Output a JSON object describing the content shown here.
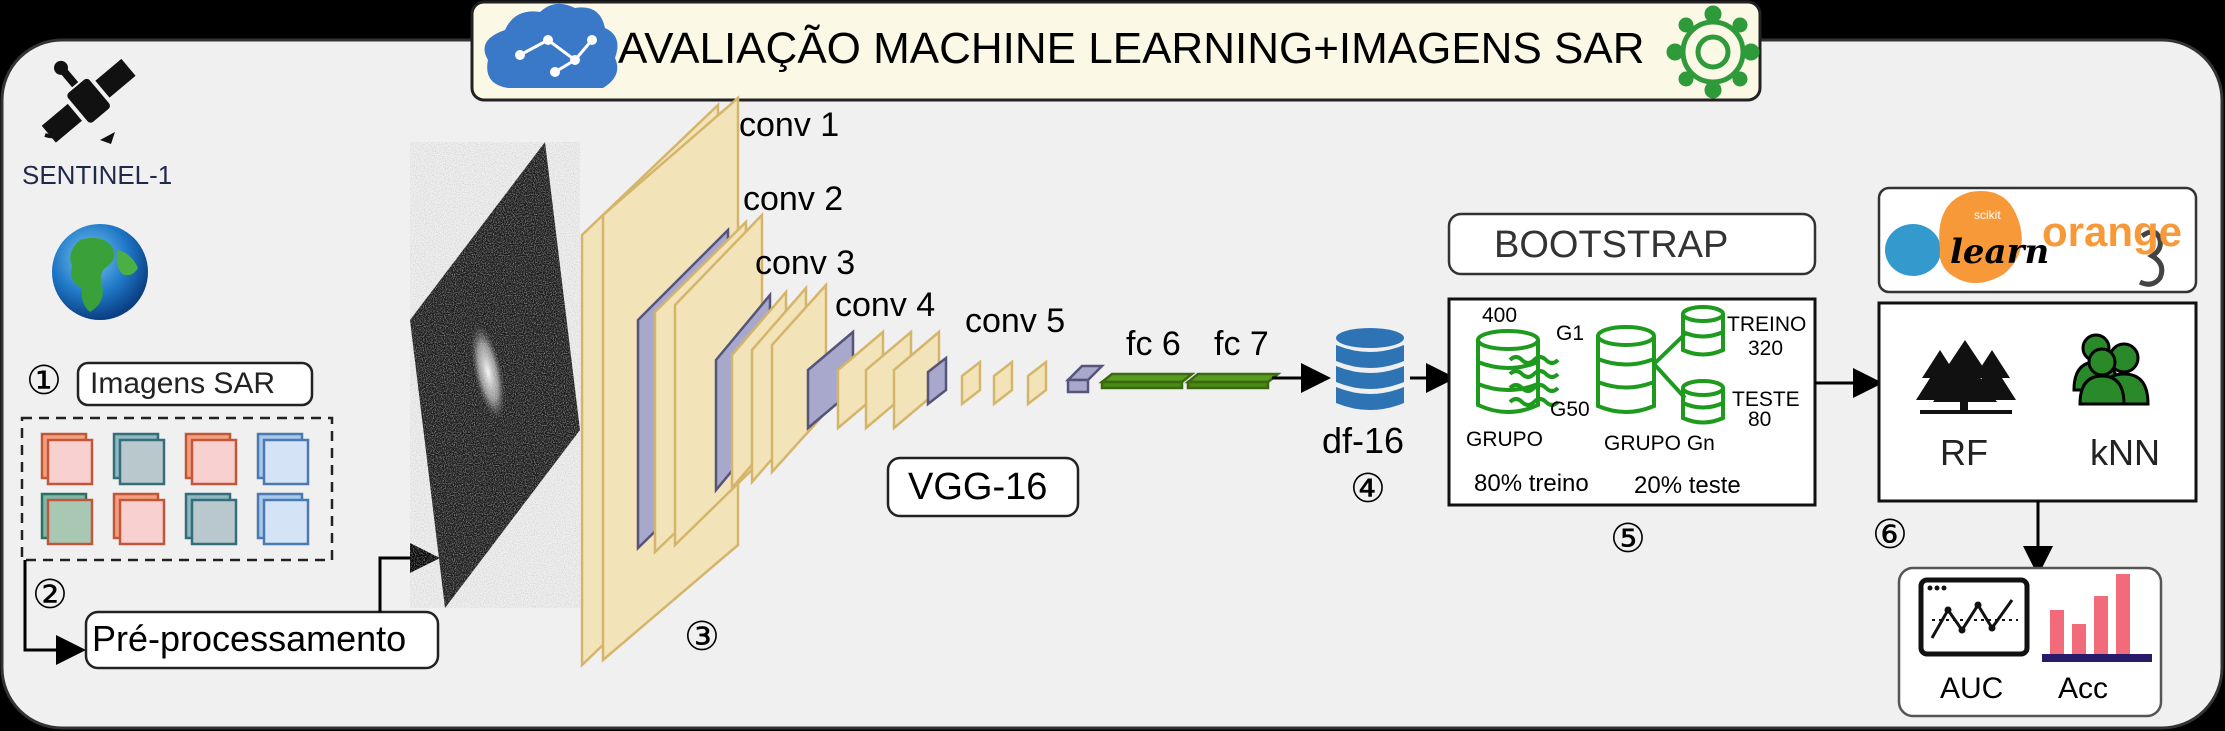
{
  "title": "AVALIAÇÃO MACHINE LEARNING+IMAGENS SAR",
  "sentinel_label": "SENTINEL-1",
  "step1": {
    "number": "①",
    "label": "Imagens SAR"
  },
  "step2": {
    "number": "②",
    "label": "Pré-processamento"
  },
  "step3": {
    "number": "③"
  },
  "vgg": {
    "layers": [
      "conv 1",
      "conv 2",
      "conv 3",
      "conv 4",
      "conv 5",
      "fc 6",
      "fc 7"
    ],
    "model_label": "VGG-16"
  },
  "step4": {
    "number": "④",
    "label": "df-16"
  },
  "bootstrap": {
    "title": "BOOTSTRAP",
    "count": "400",
    "g1": "G1",
    "g50": "G50",
    "grupo": "GRUPO",
    "grupo_gn": "GRUPO Gn",
    "treino_label": "TREINO",
    "treino_count": "320",
    "teste_label": "TESTE",
    "teste_count": "80",
    "split_train": "80% treino",
    "split_test": "20% teste"
  },
  "step5": {
    "number": "⑤"
  },
  "libs": {
    "sklearn_top": "scikit",
    "sklearn_bottom": "learn",
    "orange": "orange"
  },
  "models": [
    "RF",
    "kNN"
  ],
  "step6": {
    "number": "⑥"
  },
  "metrics": [
    "AUC",
    "Acc"
  ],
  "colors": {
    "layer_fill": "#f2e3b8",
    "layer_stroke": "#d4b56b",
    "pool_fill": "#a8a8cc",
    "fc_fill": "#5a9a1f",
    "db_blue": "#2e74b5",
    "green": "#1e9a1e",
    "panel_bg": "#f0f0f0"
  },
  "icons": {
    "title_left": "brain-circuit-icon",
    "title_right": "brain-gear-icon",
    "satellite": "satellite-icon",
    "earth": "earth-globe-icon",
    "database": "database-icon",
    "forest": "tree-icon",
    "neighbors": "users-icon",
    "auc": "line-chart-icon",
    "acc": "bar-chart-icon"
  }
}
